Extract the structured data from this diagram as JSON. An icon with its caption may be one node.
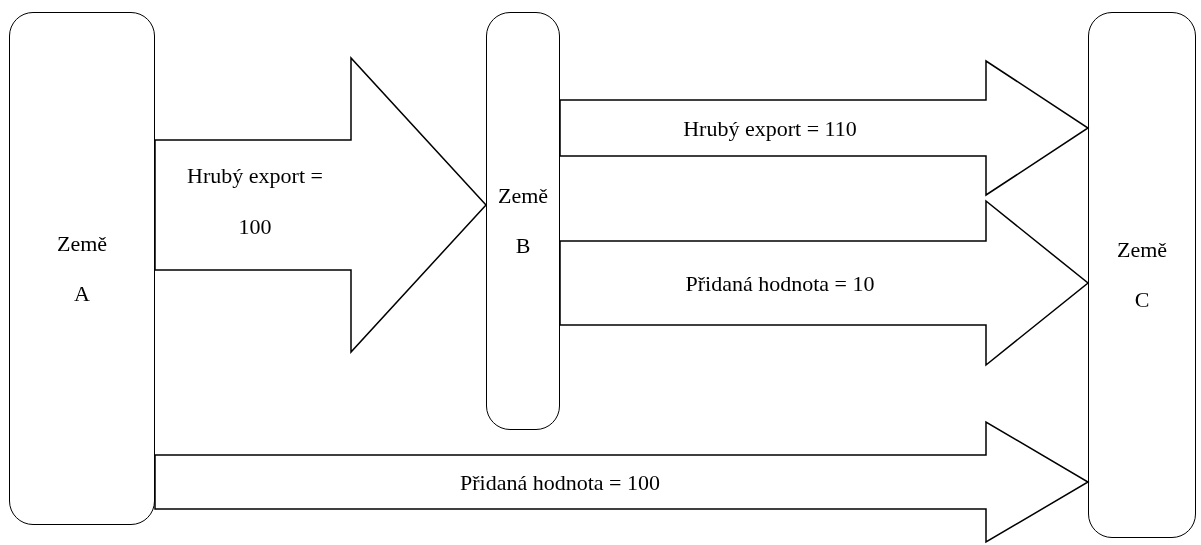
{
  "diagram": {
    "nodes": [
      {
        "text": [
          "Země A"
        ]
      },
      {
        "text": [
          "Země B"
        ]
      },
      {
        "text": [
          "Země C"
        ]
      }
    ],
    "edges": [
      {
        "from": 0,
        "to": 1,
        "arrow": "to",
        "label": "Hrubý export = 100"
      },
      {
        "from": 1,
        "to": 2,
        "arrow": "to",
        "label": "Hrubý export = 110"
      },
      {
        "from": 1,
        "to": 2,
        "arrow": "to",
        "label": "Přidaná hodnota = 10"
      },
      {
        "from": 0,
        "to": 2,
        "arrow": "to",
        "label": "Přidaná hodnota = 100"
      }
    ]
  }
}
